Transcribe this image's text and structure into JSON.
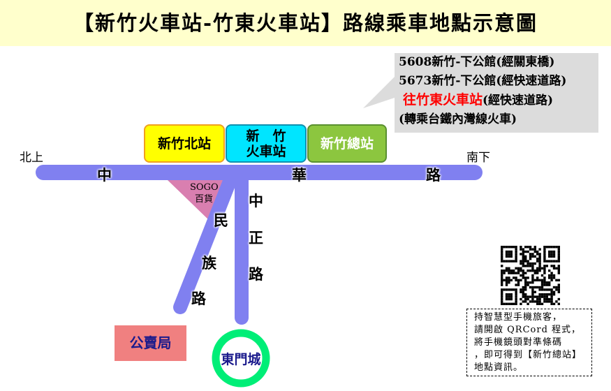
{
  "title": "【新竹火車站-竹東火車站】路線乘車地點示意圖",
  "bubble": {
    "line1": "5608新竹-下公館(經關東橋)",
    "line2": "5673新竹-下公館(經快速道路)",
    "line3_red": "往竹東火車站",
    "line3_rest": "(經快速道路)",
    "line4": "(轉乘台鐵內灣線火車)"
  },
  "stations": {
    "north": "新竹北站",
    "train_line1": "新　竹",
    "train_line2": "火車站",
    "main": "新竹總站"
  },
  "directions": {
    "north": "北上",
    "south": "南下"
  },
  "roads": {
    "zhonghua": [
      "中",
      "華",
      "路"
    ],
    "zhongzheng": [
      "中",
      "正",
      "路"
    ],
    "minzu": [
      "民",
      "族",
      "路"
    ]
  },
  "landmarks": {
    "sogo_line1": "SOGO",
    "sogo_line2": "百貨",
    "post": "公賣局",
    "gate": "東門城"
  },
  "qr_note": [
    "持智慧型手機旅客，",
    "請開啟 QRCord 程式，",
    "將手機鏡頭對準條碼",
    "，即可得到【新竹總站】",
    "地點資訊。"
  ],
  "colors": {
    "road": "#8080f0",
    "north_station": "#ffff00",
    "train_station": "#00e5ff",
    "main_station": "#8cc63f",
    "post": "#f08080",
    "gate": "#00ee77",
    "sogo": "#d97fb0"
  }
}
